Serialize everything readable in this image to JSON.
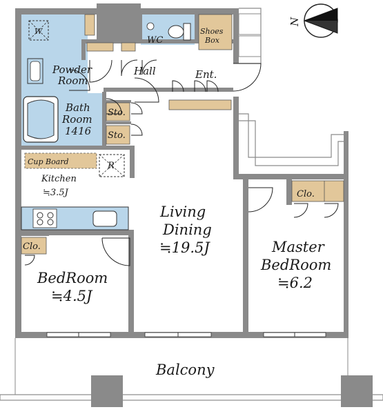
{
  "compass": {
    "north_label": "N"
  },
  "rooms": {
    "washer": "W",
    "wc": "WC",
    "shoes_box": [
      "Shoes",
      "Box"
    ],
    "powder_room": [
      "Powder",
      "Room"
    ],
    "hall": "Hall",
    "entrance": "Ent.",
    "bath_room": [
      "Bath",
      "Room",
      "1416"
    ],
    "storage_1": "Sto.",
    "storage_2": "Sto.",
    "cupboard": "Cup Board",
    "refrigerator": "R",
    "kitchen": [
      "Kitchen",
      "≒3.5J"
    ],
    "living_dining": [
      "Living",
      "Dining",
      "≒19.5J"
    ],
    "closet_bedroom": "Clo.",
    "bedroom": [
      "BedRoom",
      "≒4.5J"
    ],
    "closet_master": "Clo.",
    "master_bedroom": [
      "Master",
      "BedRoom",
      "≒6.2"
    ],
    "balcony": "Balcony"
  },
  "colors": {
    "wall": "#8a8a8a",
    "wet_area": "#b9d6ea",
    "storage": "#e2c79a",
    "compass_fill": "#111111"
  }
}
